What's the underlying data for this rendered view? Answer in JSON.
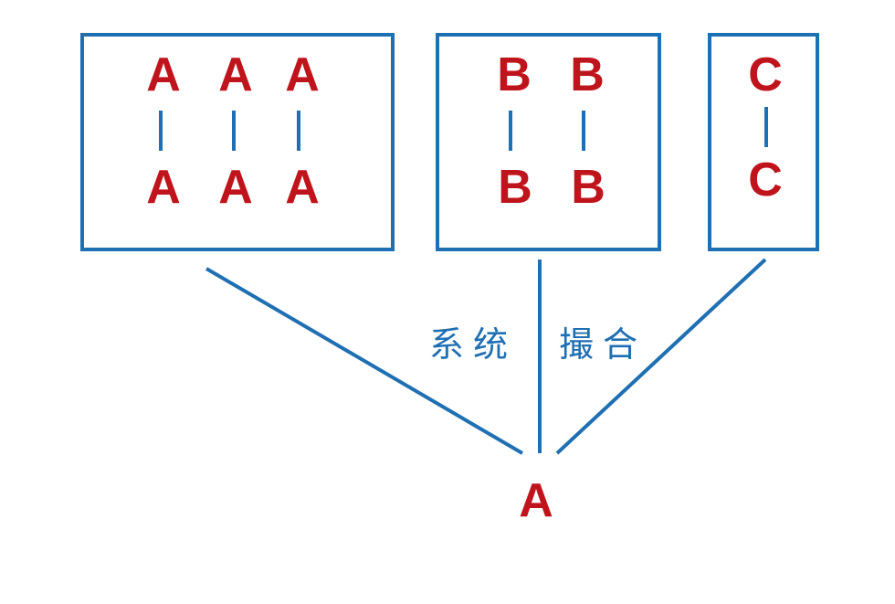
{
  "colors": {
    "line": "#1f6fb3",
    "letter": "#c0141c",
    "background": "#ffffff"
  },
  "groups": [
    {
      "top": [
        "A",
        "A",
        "A"
      ],
      "bottom": [
        "A",
        "A",
        "A"
      ]
    },
    {
      "top": [
        "B",
        "B"
      ],
      "bottom": [
        "B",
        "B"
      ]
    },
    {
      "top": [
        "C"
      ],
      "bottom": [
        "C"
      ]
    }
  ],
  "captions": {
    "left": "系统",
    "right": "撮合"
  },
  "result": "A"
}
